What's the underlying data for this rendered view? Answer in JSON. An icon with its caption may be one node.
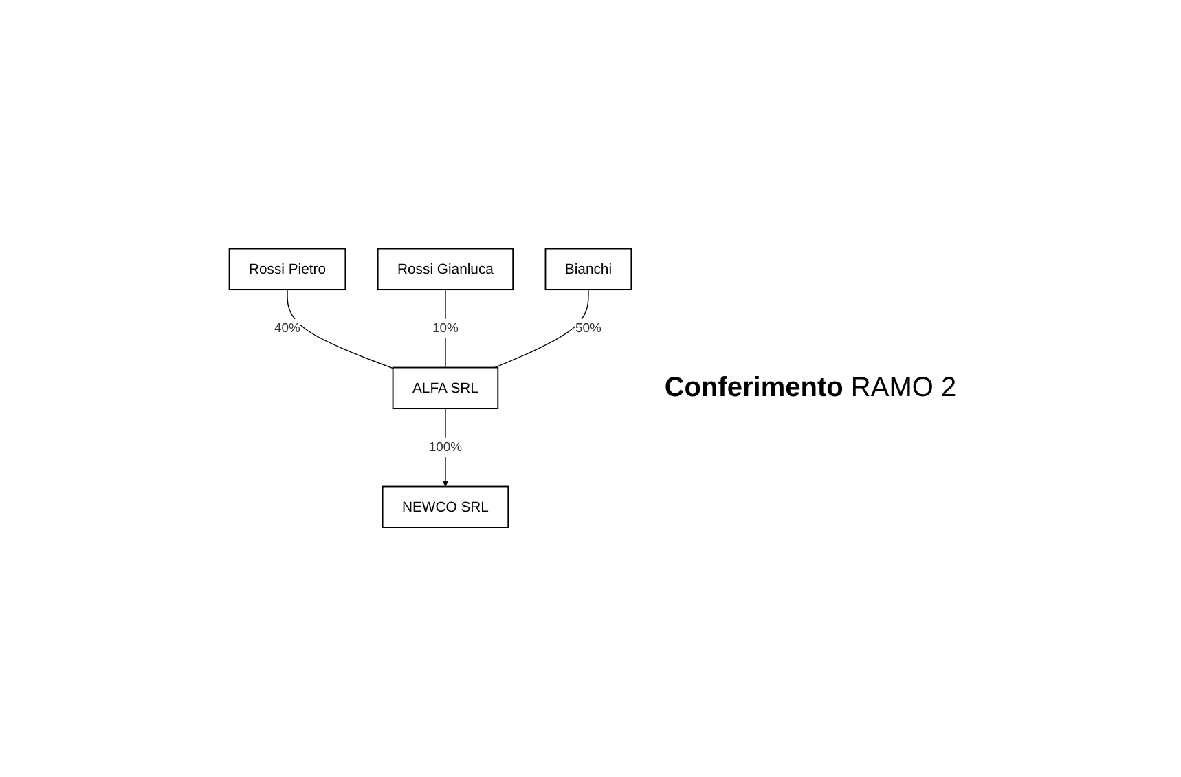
{
  "diagram": {
    "nodes": [
      {
        "text": [
          "Rossi Pietro"
        ]
      },
      {
        "text": [
          "Rossi Gianluca"
        ]
      },
      {
        "text": [
          "Bianchi"
        ]
      },
      {
        "text": [
          "ALFA SRL"
        ]
      },
      {
        "text": [
          "NEWCO SRL"
        ]
      }
    ],
    "edges": [
      {
        "from": 0,
        "to": 3,
        "arrow": "none",
        "label": "40%"
      },
      {
        "from": 1,
        "to": 3,
        "arrow": "none",
        "label": "10%"
      },
      {
        "from": 2,
        "to": 3,
        "arrow": "none",
        "label": "50%"
      },
      {
        "from": 3,
        "to": 4,
        "arrow": "to",
        "label": "100%"
      }
    ],
    "labels": [
      "**Conferimento** RAMO 2"
    ]
  }
}
